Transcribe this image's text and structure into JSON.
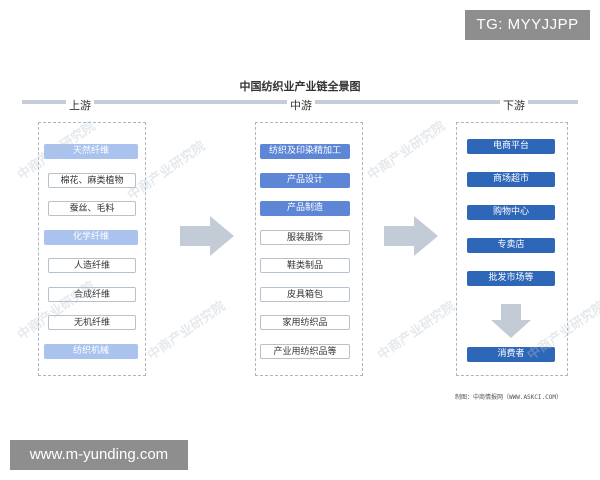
{
  "overlays": {
    "tag": "TG: MYYJJPP",
    "url": "www.m-yunding.com"
  },
  "title": "中国纺织业产业链全景图",
  "stages": {
    "upstream": "上游",
    "midstream": "中游",
    "downstream": "下游"
  },
  "upstream": [
    {
      "label": "天然纤维",
      "style": "cat"
    },
    {
      "label": "棉花、麻类植物",
      "style": "sub"
    },
    {
      "label": "蚕丝、毛料",
      "style": "sub"
    },
    {
      "label": "化学纤维",
      "style": "cat"
    },
    {
      "label": "人造纤维",
      "style": "sub"
    },
    {
      "label": "合成纤维",
      "style": "sub"
    },
    {
      "label": "无机纤维",
      "style": "sub"
    },
    {
      "label": "纺织机械",
      "style": "cat"
    }
  ],
  "midstream": [
    {
      "label": "纺织及印染精加工",
      "style": "blue-mid"
    },
    {
      "label": "产品设计",
      "style": "blue-mid"
    },
    {
      "label": "产品制造",
      "style": "blue-mid"
    },
    {
      "label": "服装服饰",
      "style": "sub"
    },
    {
      "label": "鞋类制品",
      "style": "sub"
    },
    {
      "label": "皮具箱包",
      "style": "sub"
    },
    {
      "label": "家用纺织品",
      "style": "sub"
    },
    {
      "label": "产业用纺织品等",
      "style": "sub"
    }
  ],
  "downstream": [
    {
      "label": "电商平台",
      "style": "blue-dark"
    },
    {
      "label": "商场超市",
      "style": "blue-dark"
    },
    {
      "label": "购物中心",
      "style": "blue-dark"
    },
    {
      "label": "专卖店",
      "style": "blue-dark"
    },
    {
      "label": "批发市场等",
      "style": "blue-dark"
    }
  ],
  "consumer": "消费者",
  "source": "制图：中商情报网（WWW.ASKCI.COM）",
  "watermark": "中商产业研究院",
  "colors": {
    "arrow": "#c3ccd6",
    "cat": "#a9c3ee",
    "blue_dark": "#2e66b8",
    "blue_mid": "#5e86d6",
    "line": "#c5ced8"
  }
}
